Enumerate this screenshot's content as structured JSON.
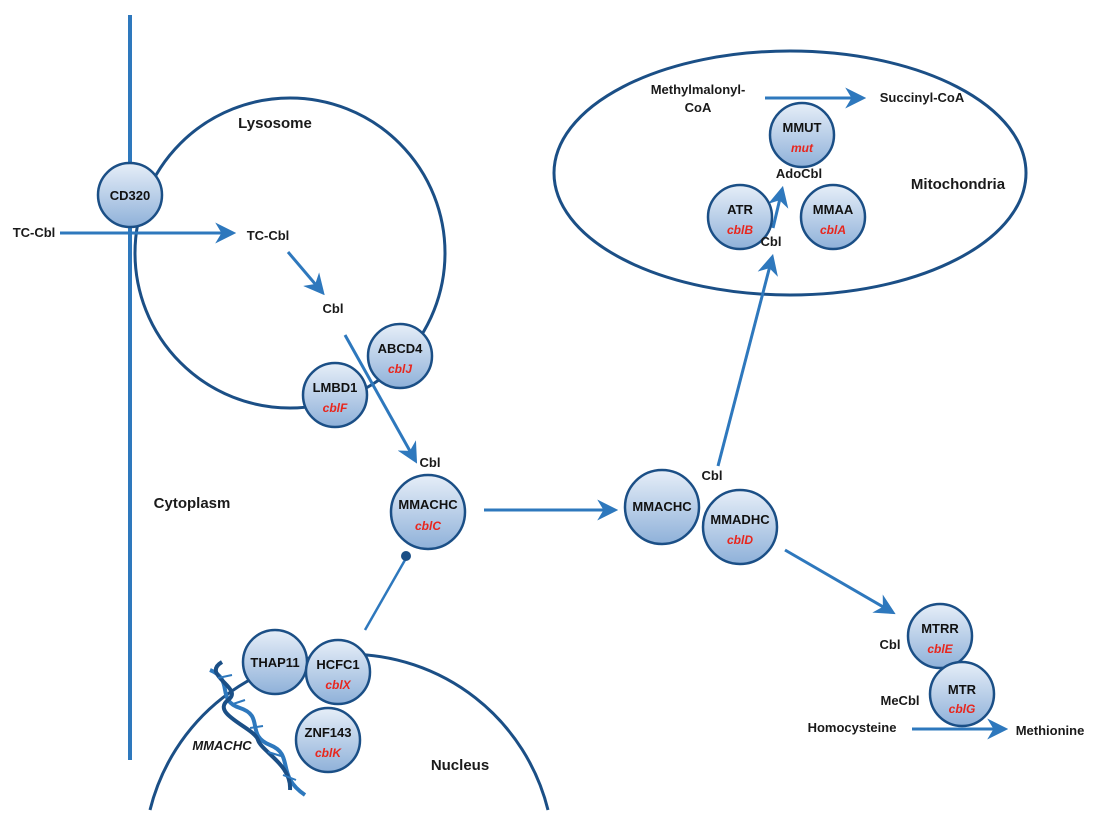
{
  "colors": {
    "line": "#1b4f86",
    "arrow": "#2e78bd",
    "circle_fill_top": "#e6eef8",
    "circle_fill_bottom": "#8fb1d9",
    "gene_text": "#e8261d"
  },
  "compartments": {
    "lysosome": "Lysosome",
    "mitochondria": "Mitochondria",
    "cytoplasm": "Cytoplasm",
    "nucleus": "Nucleus"
  },
  "metabolites": {
    "tccbl_outside": "TC-Cbl",
    "tccbl_inside": "TC-Cbl",
    "cbl_lysosome": "Cbl",
    "cbl_cytoplasm": "Cbl",
    "cbl_complex": "Cbl",
    "cbl_mito": "Cbl",
    "adocbl": "AdoCbl",
    "methylmalonyl_line1": "Methylmalonyl-",
    "methylmalonyl_line2": "CoA",
    "succinyl": "Succinyl-CoA",
    "cbl_mtrr": "Cbl",
    "mecbl": "MeCbl",
    "homocysteine": "Homocysteine",
    "methionine": "Methionine",
    "dna_label": "MMACHC"
  },
  "proteins": {
    "cd320": {
      "name": "CD320",
      "gene": ""
    },
    "abcd4": {
      "name": "ABCD4",
      "gene": "cblJ"
    },
    "lmbd1": {
      "name": "LMBD1",
      "gene": "cblF"
    },
    "mmachc": {
      "name": "MMACHC",
      "gene": "cblC"
    },
    "mmachc2": {
      "name": "MMACHC",
      "gene": ""
    },
    "mmadhc": {
      "name": "MMADHC",
      "gene": "cblD"
    },
    "mmut": {
      "name": "MMUT",
      "gene": "mut"
    },
    "atr": {
      "name": "ATR",
      "gene": "cblB"
    },
    "mmaa": {
      "name": "MMAA",
      "gene": "cblA"
    },
    "mtrr": {
      "name": "MTRR",
      "gene": "cblE"
    },
    "mtr": {
      "name": "MTR",
      "gene": "cblG"
    },
    "thap11": {
      "name": "THAP11",
      "gene": ""
    },
    "hcfc1": {
      "name": "HCFC1",
      "gene": "cblX"
    },
    "znf143": {
      "name": "ZNF143",
      "gene": "cblK"
    }
  }
}
